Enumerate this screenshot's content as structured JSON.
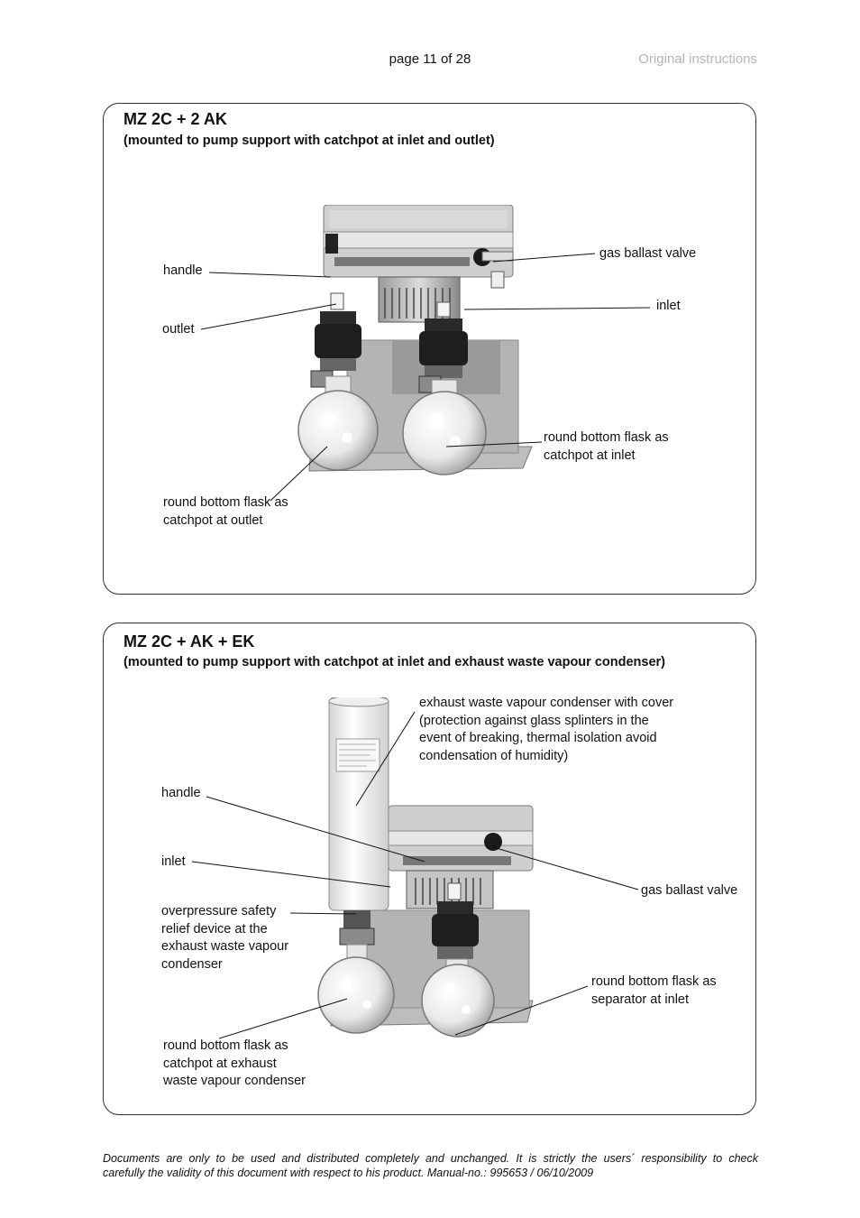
{
  "header": {
    "page_label": "page 11 of 28",
    "doc_type": "Original instructions"
  },
  "section1": {
    "title": "MZ 2C + 2 AK",
    "subtitle": "(mounted to pump support with catchpot at inlet and outlet)",
    "labels": {
      "handle": "handle",
      "outlet": "outlet",
      "gas_ballast": "gas ballast valve",
      "inlet": "inlet",
      "flask_inlet_1": "round bottom flask as",
      "flask_inlet_2": "catchpot at inlet",
      "flask_outlet_1": "round bottom flask as",
      "flask_outlet_2": "catchpot at outlet"
    }
  },
  "section2": {
    "title": "MZ 2C + AK + EK",
    "subtitle": "(mounted to pump support with catchpot at inlet and exhaust waste vapour condenser)",
    "labels": {
      "condenser_1": "exhaust waste vapour condenser with cover",
      "condenser_2": "(protection against glass splinters in the",
      "condenser_3": "event of breaking, thermal isolation avoid",
      "condenser_4": "condensation of humidity)",
      "handle": "handle",
      "inlet": "inlet",
      "gas_ballast": "gas ballast valve",
      "overpressure_1": "overpressure safety",
      "overpressure_2": "relief device at the",
      "overpressure_3": "exhaust waste vapour",
      "overpressure_4": "condenser",
      "separator_1": "round bottom flask as",
      "separator_2": "separator at inlet",
      "catchpot_1": "round bottom flask as",
      "catchpot_2": "catchpot at exhaust",
      "catchpot_3": "waste vapour condenser"
    }
  },
  "footer": {
    "line1": "Documents are only to be used and distributed completely and unchanged. It is strictly the users´ responsibility to check",
    "line2": "carefully the validity of this document with respect to his product. Manual-no.: 995653 / 06/10/2009"
  }
}
